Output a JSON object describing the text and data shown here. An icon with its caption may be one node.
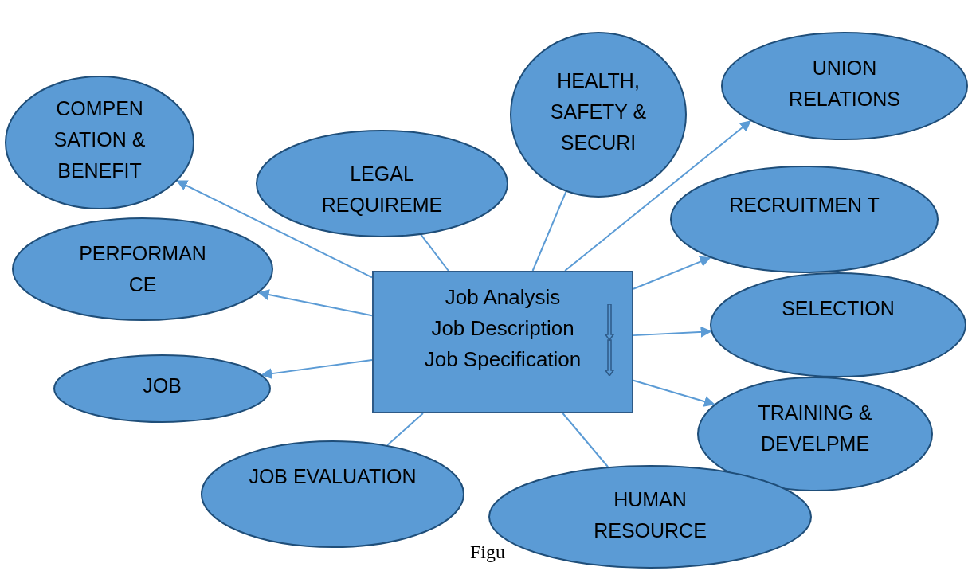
{
  "diagram": {
    "nodes": [
      {
        "text": [
          "HEALTH, SAFETY & SECURI"
        ]
      },
      {
        "text": [
          "UNION RELATIONS"
        ]
      },
      {
        "text": [
          "COMPEN SATION & BENEFIT"
        ]
      },
      {
        "text": [
          "LEGAL REQUIREME"
        ]
      },
      {
        "text": [
          "RECRUITMEN T"
        ]
      },
      {
        "text": [
          "PERFORMAN CE"
        ]
      },
      {
        "text": [
          "Job Analysis",
          "Job Description",
          "Job Specification"
        ]
      },
      {
        "text": [
          "SELECTION"
        ]
      },
      {
        "text": [
          "JOB"
        ]
      },
      {
        "text": [
          "TRAINING & DEVELPME"
        ]
      },
      {
        "text": [
          "JOB EVALUATION"
        ]
      },
      {
        "text": [
          "HUMAN RESOURCE"
        ]
      }
    ],
    "edges": [
      {
        "from": 6,
        "to": 2,
        "arrow": "to"
      },
      {
        "from": 6,
        "to": 5,
        "arrow": "to"
      },
      {
        "from": 6,
        "to": 8,
        "arrow": "to"
      },
      {
        "from": 6,
        "to": 10,
        "arrow": "none"
      },
      {
        "from": 6,
        "to": 11,
        "arrow": "none"
      },
      {
        "from": 6,
        "to": 9,
        "arrow": "to"
      },
      {
        "from": 6,
        "to": 7,
        "arrow": "to"
      },
      {
        "from": 6,
        "to": 4,
        "arrow": "to"
      },
      {
        "from": 6,
        "to": 1,
        "arrow": "to"
      },
      {
        "from": 6,
        "to": 0,
        "arrow": "none"
      },
      {
        "from": 6,
        "to": 3,
        "arrow": "none"
      }
    ],
    "labels": [
      "Figu"
    ]
  }
}
